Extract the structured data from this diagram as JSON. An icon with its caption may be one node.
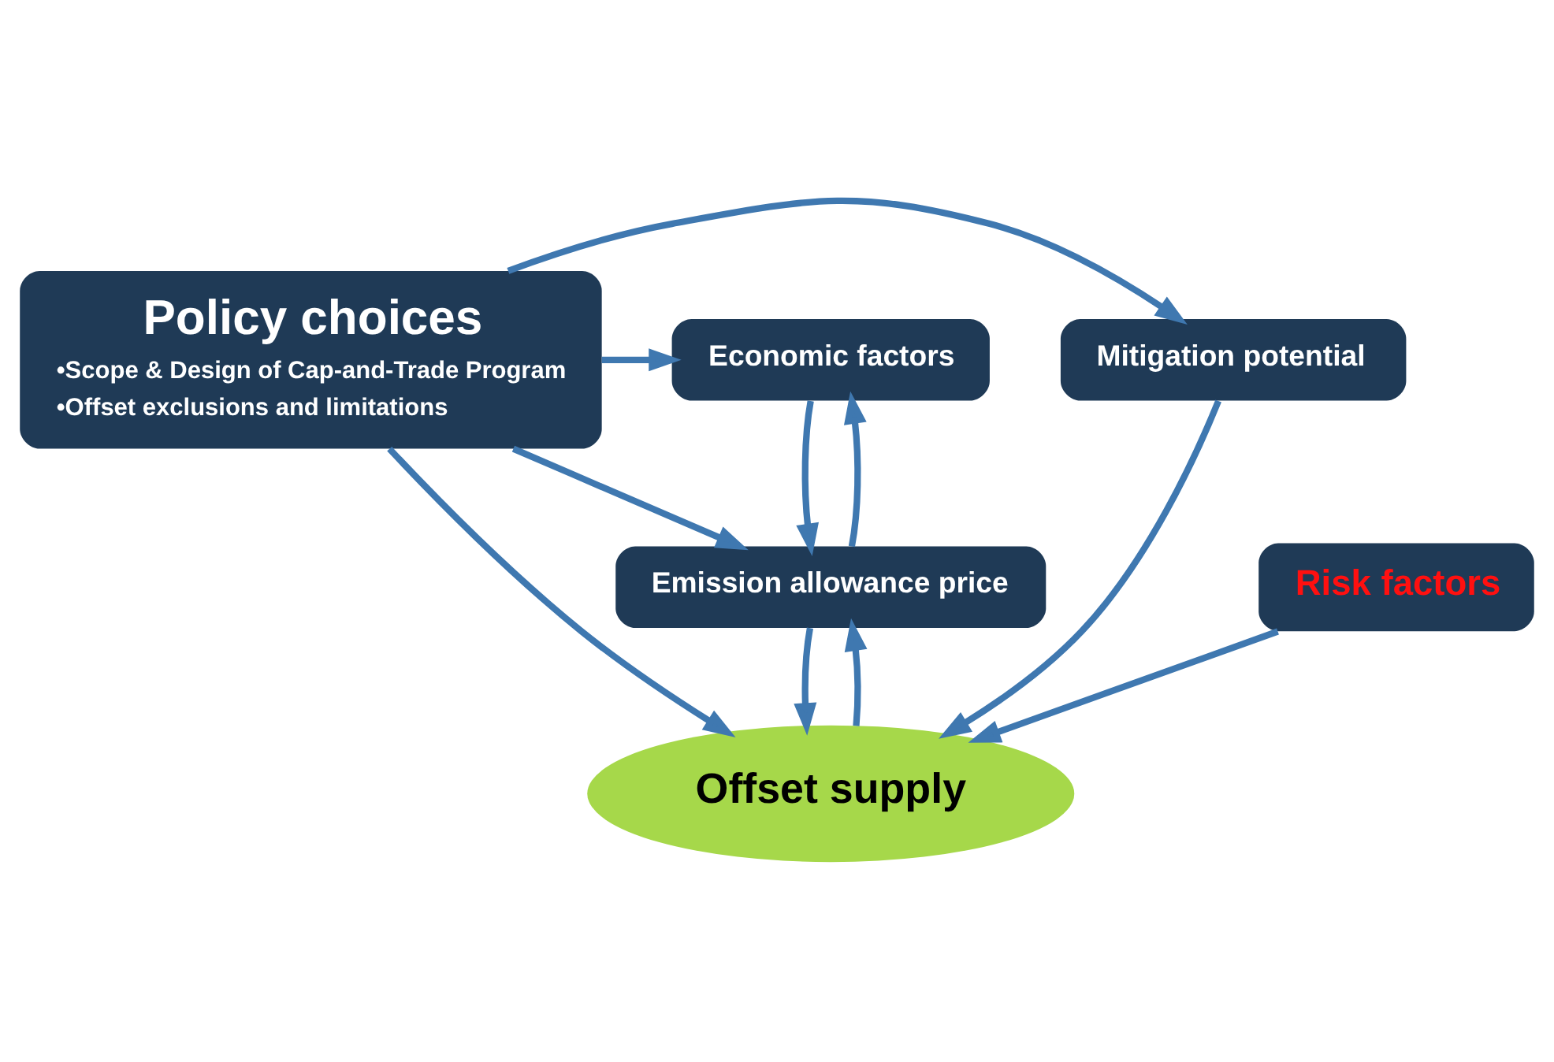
{
  "diagram": {
    "nodes": [
      {
        "text": [
          "Policy choices",
          "•Scope & Design of Cap-and-Trade Program",
          "•Offset exclusions and limitations"
        ]
      },
      {
        "text": [
          "Mitigation potential"
        ]
      },
      {
        "text": [
          "Economic factors"
        ]
      },
      {
        "text": [
          "Risk factors"
        ]
      },
      {
        "text": [
          "Emission allowance price"
        ]
      },
      {
        "text": [
          "Offset supply"
        ]
      }
    ],
    "edges": [
      {
        "from": 0,
        "to": 1,
        "arrow": "to"
      },
      {
        "from": 0,
        "to": 2,
        "arrow": "to"
      },
      {
        "from": 1,
        "to": 5,
        "arrow": "to"
      },
      {
        "from": 0,
        "to": 5,
        "arrow": "to"
      },
      {
        "from": 0,
        "to": 4,
        "arrow": "to"
      },
      {
        "from": 2,
        "to": 4,
        "arrow": "to"
      },
      {
        "from": 4,
        "to": 2,
        "arrow": "to"
      },
      {
        "from": 3,
        "to": 5,
        "arrow": "to"
      },
      {
        "from": 4,
        "to": 5,
        "arrow": "to"
      },
      {
        "from": 5,
        "to": 4,
        "arrow": "to"
      }
    ]
  }
}
